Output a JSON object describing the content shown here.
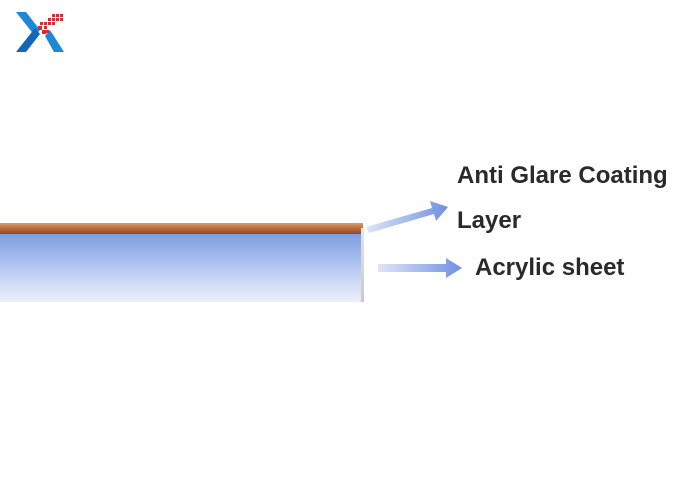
{
  "brand": {
    "logo_icon": "xinhai-x-logo-icon",
    "colors": {
      "blue": "#1e88d8",
      "red": "#e2262c"
    }
  },
  "diagram": {
    "layers": [
      {
        "id": "coating",
        "label_line1": "Anti Glare Coating",
        "label_line2": "Layer",
        "color": "#b8683a"
      },
      {
        "id": "sheet",
        "label": "Acrylic sheet",
        "color": "#8fa9e6"
      }
    ],
    "arrow_color": "#7a95e0"
  }
}
